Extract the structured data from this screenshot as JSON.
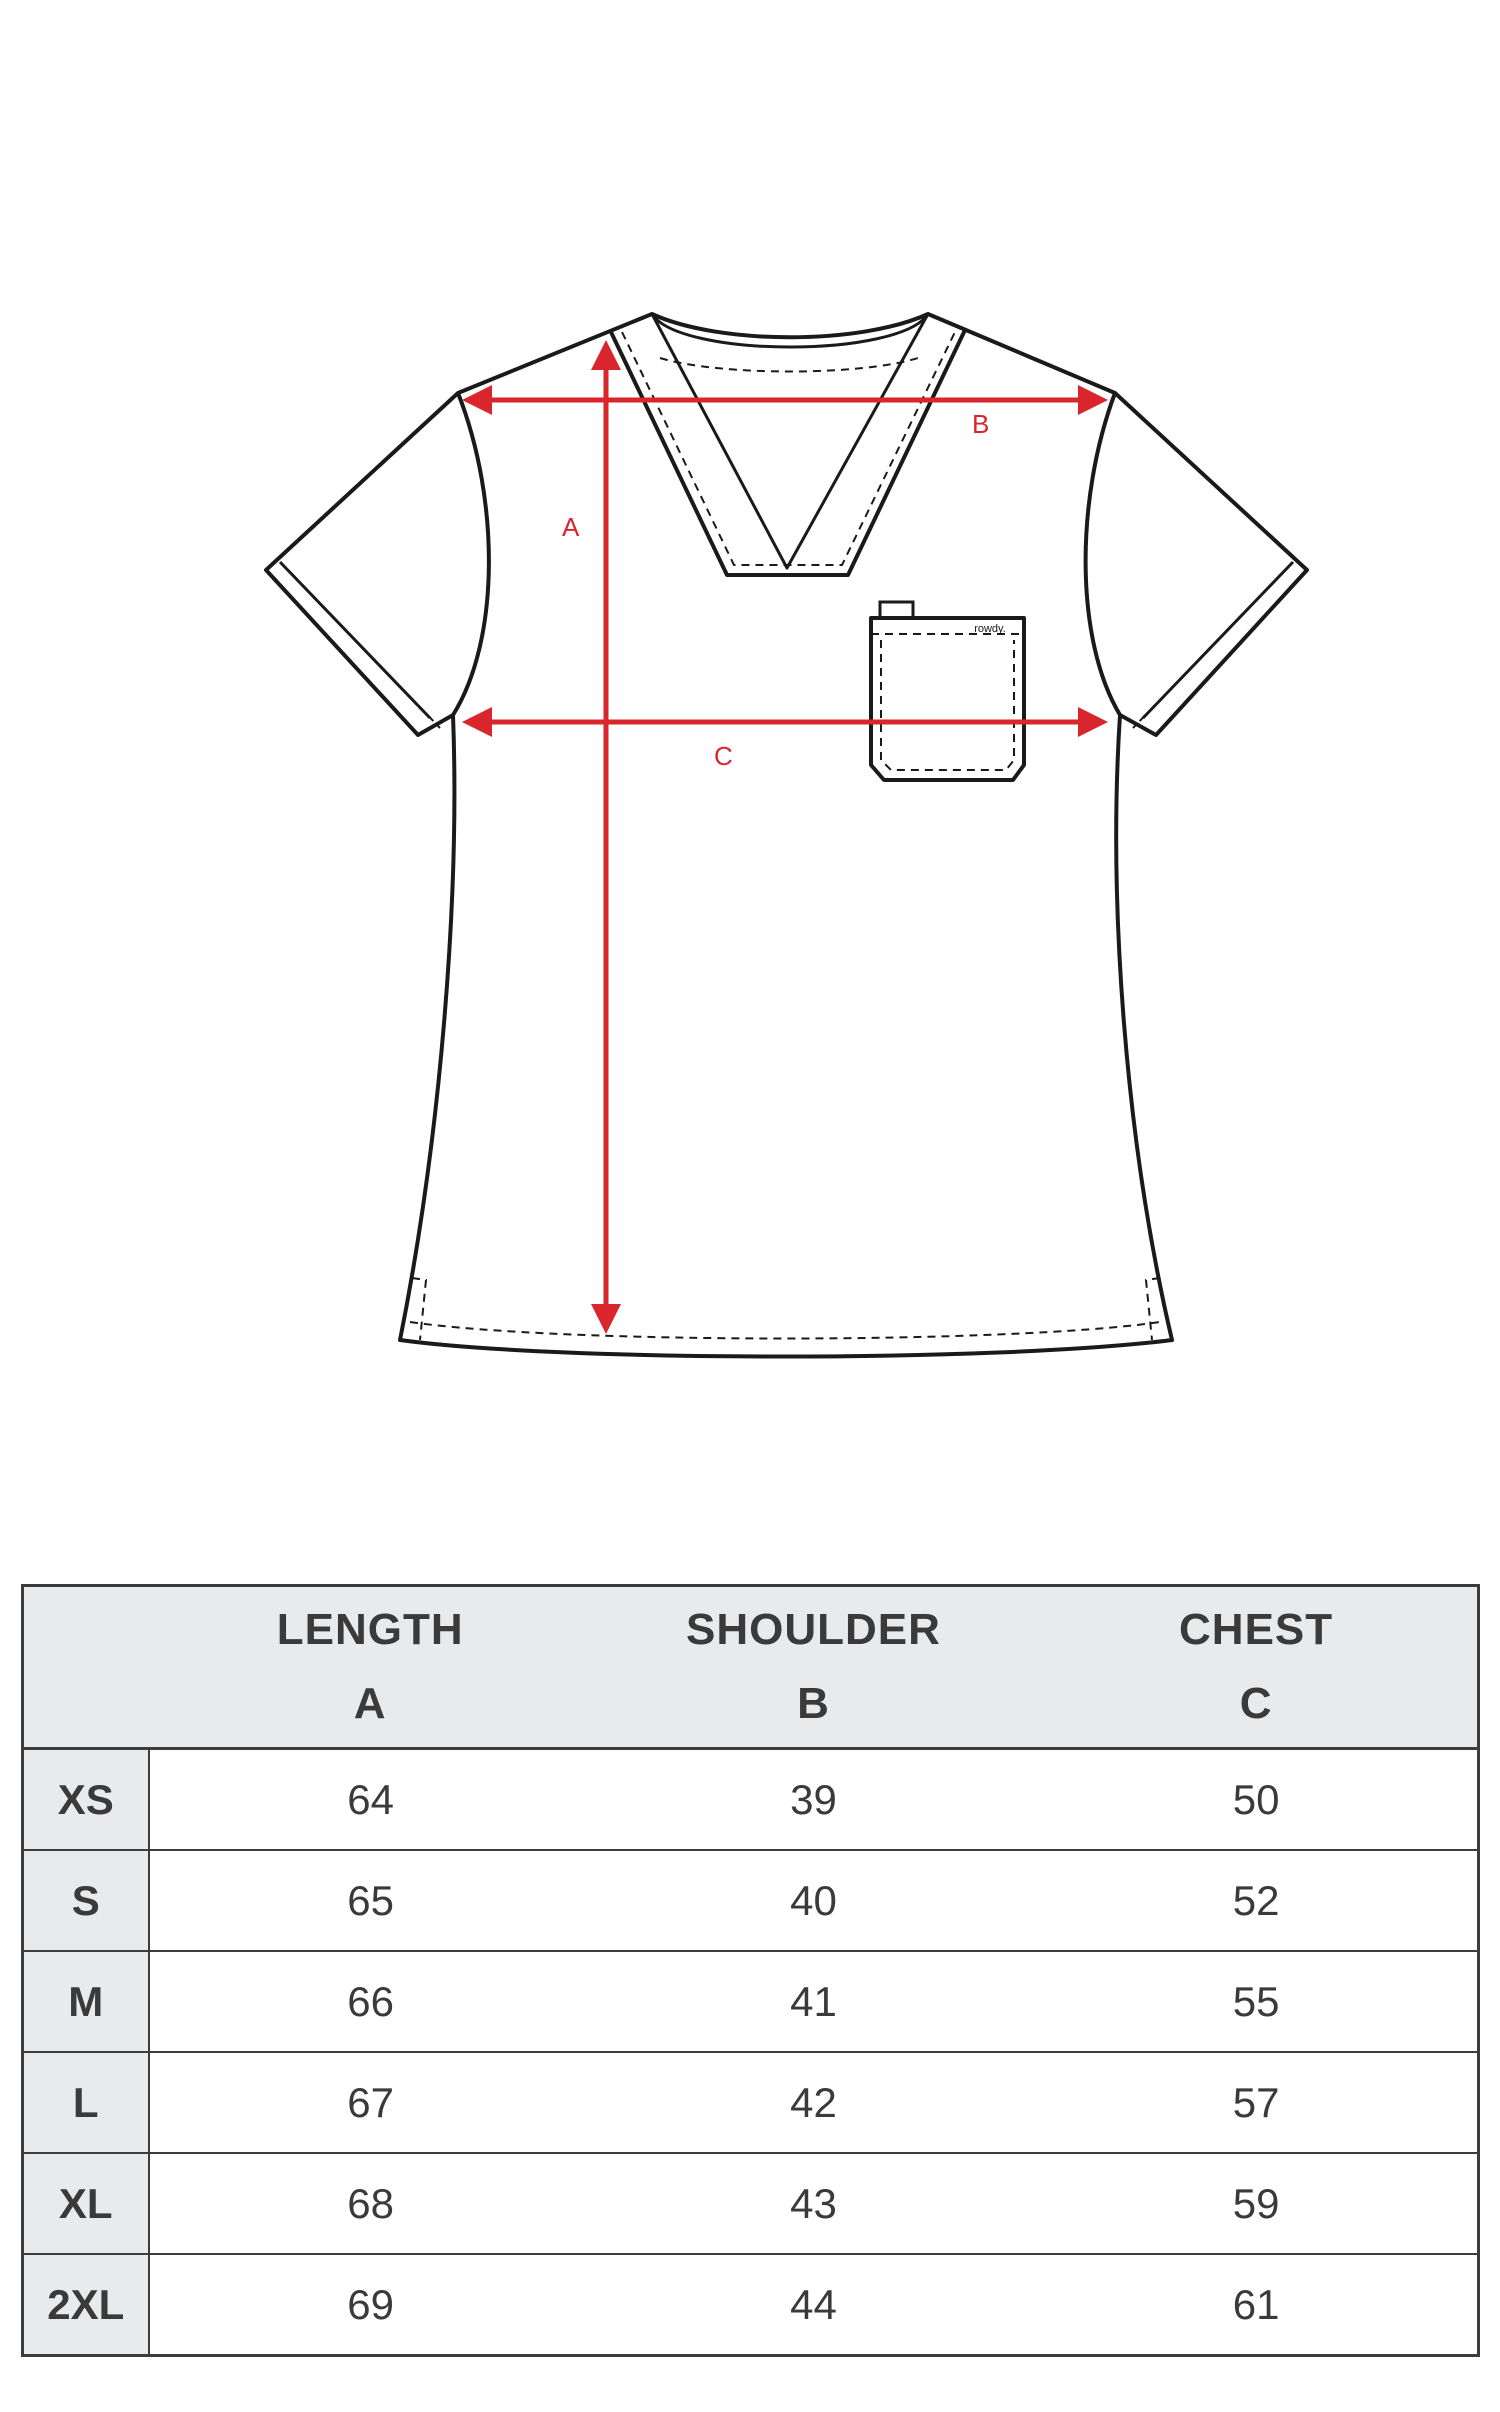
{
  "diagram": {
    "label_a": "A",
    "label_b": "B",
    "label_c": "C",
    "pocket_brand": "rowdy."
  },
  "table": {
    "columns": [
      {
        "name": "LENGTH",
        "letter": "A"
      },
      {
        "name": "SHOULDER",
        "letter": "B"
      },
      {
        "name": "CHEST",
        "letter": "C"
      }
    ],
    "rows": [
      {
        "size": "XS",
        "values": [
          "64",
          "39",
          "50"
        ]
      },
      {
        "size": "S",
        "values": [
          "65",
          "40",
          "52"
        ]
      },
      {
        "size": "M",
        "values": [
          "66",
          "41",
          "55"
        ]
      },
      {
        "size": "L",
        "values": [
          "67",
          "42",
          "57"
        ]
      },
      {
        "size": "XL",
        "values": [
          "68",
          "43",
          "59"
        ]
      },
      {
        "size": "2XL",
        "values": [
          "69",
          "44",
          "61"
        ]
      }
    ]
  },
  "colors": {
    "measure_red": "#d9262c",
    "outline": "#1a1a1a",
    "header_bg": "#e9eaec"
  }
}
